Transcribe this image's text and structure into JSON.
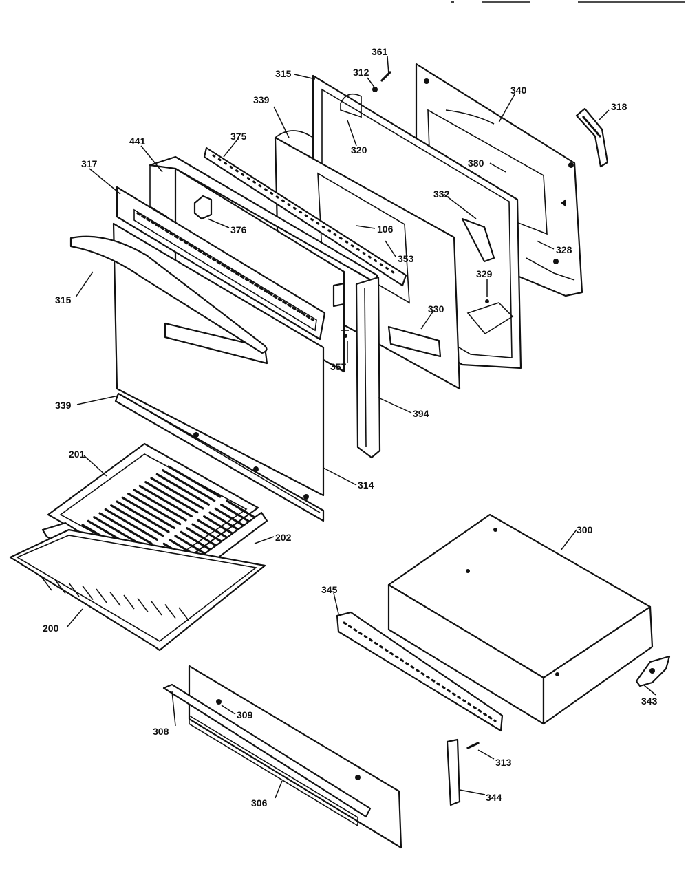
{
  "callouts": {
    "c361": "361",
    "c312": "312",
    "c315a": "315",
    "c340": "340",
    "c318": "318",
    "c339a": "339",
    "c320": "320",
    "c441": "441",
    "c375": "375",
    "c317": "317",
    "c380": "380",
    "c376": "376",
    "c332": "332",
    "c106": "106",
    "c353": "353",
    "c328": "328",
    "c315b": "315",
    "c329": "329",
    "c330": "330",
    "c357": "357",
    "c339b": "339",
    "c394": "394",
    "c201": "201",
    "c314": "314",
    "c202": "202",
    "c300": "300",
    "c200": "200",
    "c345": "345",
    "c343": "343",
    "c309": "309",
    "c308": "308",
    "c313": "313",
    "c306": "306",
    "c344": "344"
  }
}
